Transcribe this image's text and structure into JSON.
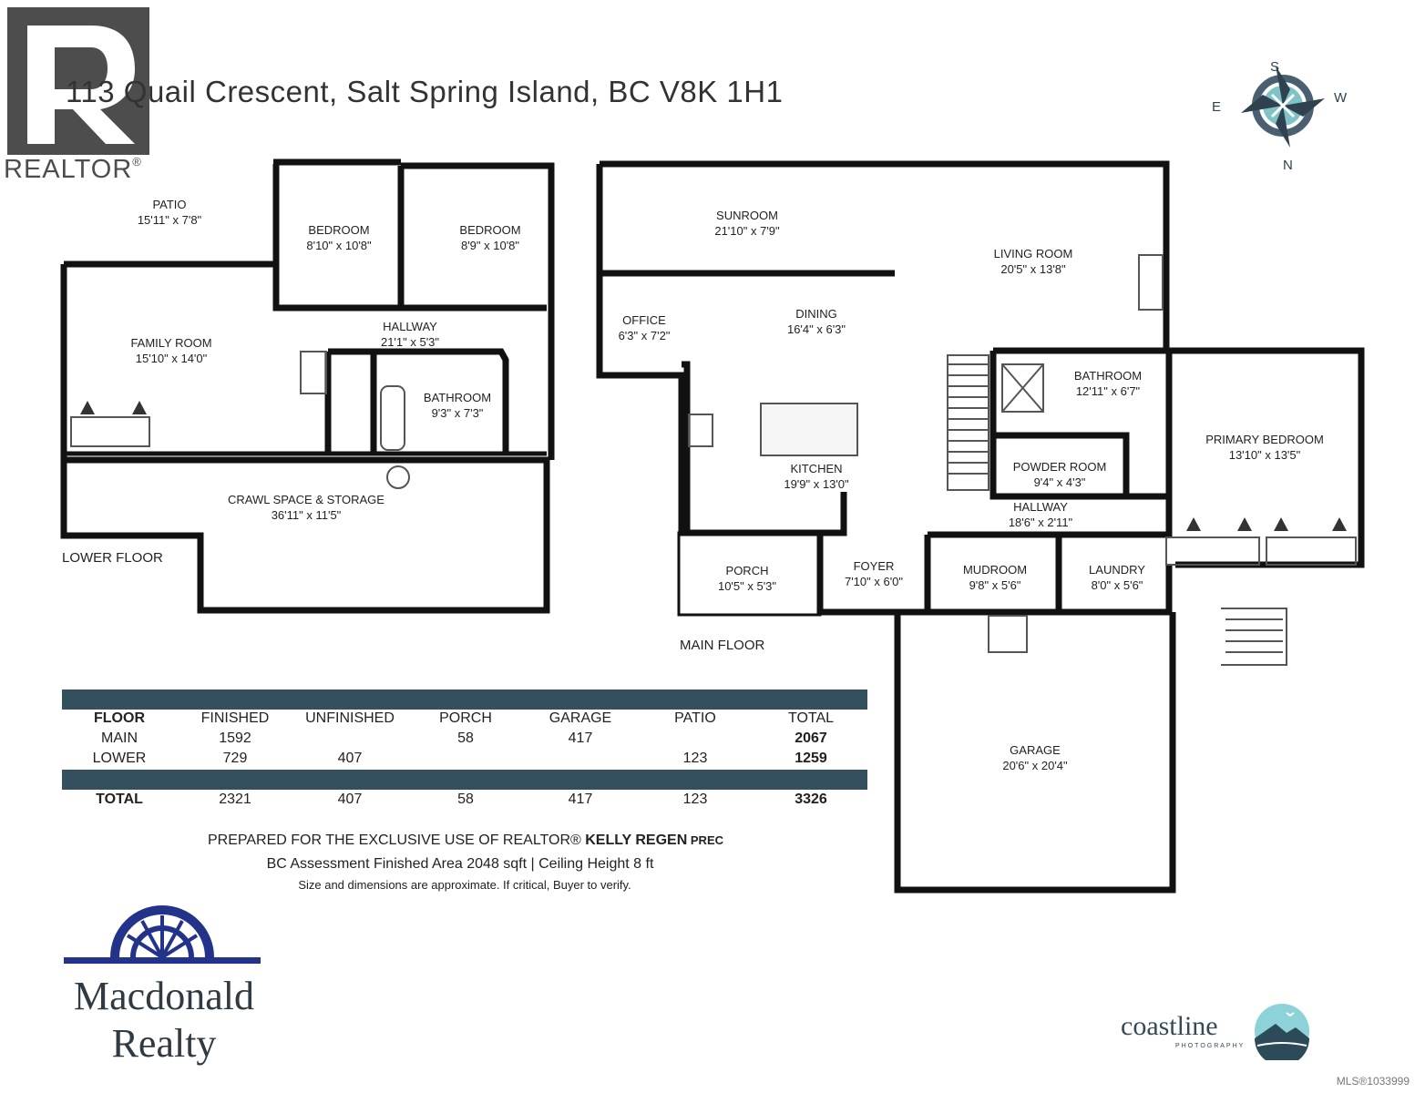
{
  "header": {
    "address": "113 Quail Crescent, Salt Spring Island, BC V8K 1H1",
    "realtor_word": "REALTOR",
    "realtor_mark": "®"
  },
  "compass": {
    "north": "N",
    "south": "S",
    "east": "E",
    "west": "W",
    "color": "#7fc3c7"
  },
  "lower_floor": {
    "label": "LOWER FLOOR",
    "rooms": [
      {
        "name": "PATIO",
        "dims": "15'11\" x 7'8\""
      },
      {
        "name": "BEDROOM",
        "dims": "8'10\" x 10'8\""
      },
      {
        "name": "BEDROOM",
        "dims": "8'9\" x 10'8\""
      },
      {
        "name": "FAMILY ROOM",
        "dims": "15'10\" x 14'0\""
      },
      {
        "name": "HALLWAY",
        "dims": "21'1\" x 5'3\""
      },
      {
        "name": "BATHROOM",
        "dims": "9'3\" x 7'3\""
      },
      {
        "name": "CRAWL SPACE & STORAGE",
        "dims": "36'11\" x 11'5\""
      }
    ]
  },
  "main_floor": {
    "label": "MAIN FLOOR",
    "rooms": [
      {
        "name": "SUNROOM",
        "dims": "21'10\" x 7'9\""
      },
      {
        "name": "LIVING ROOM",
        "dims": "20'5\" x 13'8\""
      },
      {
        "name": "OFFICE",
        "dims": "6'3\" x 7'2\""
      },
      {
        "name": "DINING",
        "dims": "16'4\" x 6'3\""
      },
      {
        "name": "BATHROOM",
        "dims": "12'11\" x 6'7\""
      },
      {
        "name": "PRIMARY BEDROOM",
        "dims": "13'10\" x 13'5\""
      },
      {
        "name": "KITCHEN",
        "dims": "19'9\" x 13'0\""
      },
      {
        "name": "POWDER ROOM",
        "dims": "9'4\" x 4'3\""
      },
      {
        "name": "HALLWAY",
        "dims": "18'6\" x 2'11\""
      },
      {
        "name": "PORCH",
        "dims": "10'5\" x 5'3\""
      },
      {
        "name": "FOYER",
        "dims": "7'10\" x 6'0\""
      },
      {
        "name": "MUDROOM",
        "dims": "9'8\" x 5'6\""
      },
      {
        "name": "LAUNDRY",
        "dims": "8'0\" x 5'6\""
      },
      {
        "name": "GARAGE",
        "dims": "20'6\" x 20'4\""
      }
    ]
  },
  "table": {
    "headers": [
      "FLOOR",
      "FINISHED",
      "UNFINISHED",
      "PORCH",
      "GARAGE",
      "PATIO",
      "TOTAL"
    ],
    "rows": [
      [
        "MAIN",
        "1592",
        "",
        "58",
        "417",
        "",
        "2067"
      ],
      [
        "LOWER",
        "729",
        "407",
        "",
        "",
        "123",
        "1259"
      ]
    ],
    "total_row": [
      "TOTAL",
      "2321",
      "407",
      "58",
      "417",
      "123",
      "3326"
    ],
    "bar_color": "#34505e"
  },
  "notes": {
    "prepared_prefix": "PREPARED FOR THE EXCLUSIVE USE OF REALTOR® ",
    "prepared_agent": "KELLY REGEN",
    "prepared_suffix": " PREC",
    "assessment": "BC Assessment Finished Area 2048 sqft | Ceiling Height 8 ft",
    "disclaimer": "Size and dimensions are approximate. If critical, Buyer to verify."
  },
  "brands": {
    "macdonald_line1": "Macdonald",
    "macdonald_line2": "Realty",
    "coastline": "coastline",
    "coastline_sub": "PHOTOGRAPHY"
  },
  "mls": "MLS®1033999"
}
